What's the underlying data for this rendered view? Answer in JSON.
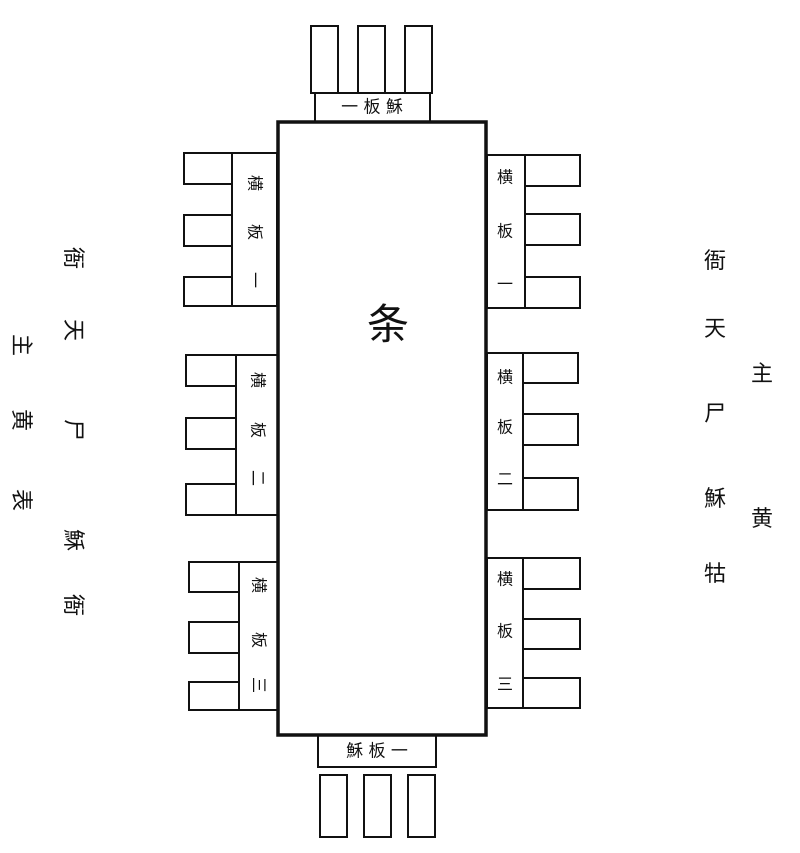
{
  "diagram": {
    "center_label": "条",
    "top_board": "一 板 穌",
    "bottom_board": "穌 板 一",
    "left_boards": [
      {
        "lines": [
          "横",
          "板",
          "一"
        ]
      },
      {
        "lines": [
          "横",
          "板",
          "二"
        ]
      },
      {
        "lines": [
          "横",
          "板",
          "三"
        ]
      }
    ],
    "right_boards": [
      {
        "lines": [
          "横",
          "板",
          "一"
        ]
      },
      {
        "lines": [
          "横",
          "板",
          "二"
        ]
      },
      {
        "lines": [
          "横",
          "板",
          "三"
        ]
      }
    ],
    "left_caption": {
      "columns": [
        [
          "衙",
          "天",
          "尸",
          "穌"
        ],
        [
          "主",
          "黄",
          "表"
        ]
      ]
    },
    "right_caption": {
      "columns": [
        [
          "衙",
          "天",
          "尸",
          "穌",
          "牯"
        ],
        [
          "主",
          "黄"
        ]
      ]
    }
  }
}
